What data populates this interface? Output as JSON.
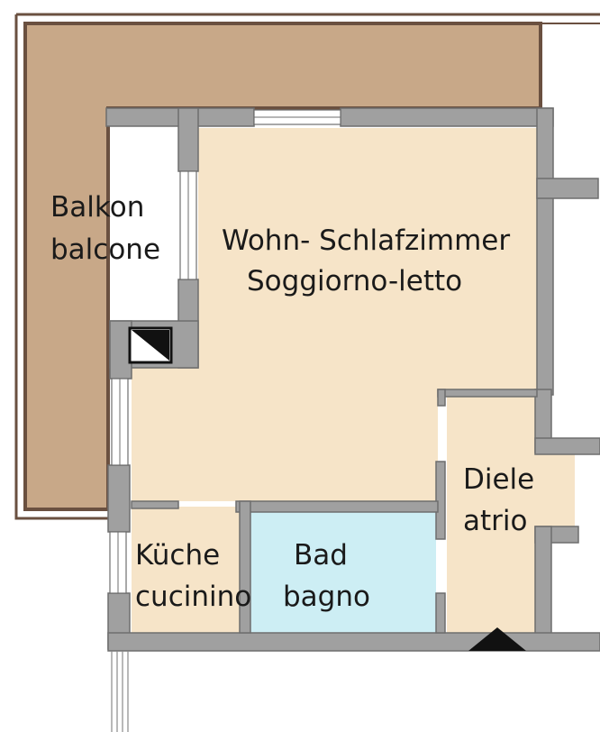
{
  "rooms": {
    "balcony": {
      "line1": "Balkon",
      "line2": "balcone",
      "color": "#c8a888"
    },
    "living": {
      "line1": "Wohn- Schlafzimmer",
      "line2": "Soggiorno-letto",
      "color": "#f6e4c8"
    },
    "hall": {
      "line1": "Diele",
      "line2": "atrio",
      "color": "#f6e4c8"
    },
    "kitchen": {
      "line1": "Küche",
      "line2": "cucinino",
      "color": "#f6e4c8"
    },
    "bath": {
      "line1": "Bad",
      "line2": "bagno",
      "color": "#cdeef4"
    }
  },
  "colors": {
    "wall": "#a0a0a0",
    "wall_edge": "#6e6e6e",
    "balcony_border": "#6a5040"
  }
}
